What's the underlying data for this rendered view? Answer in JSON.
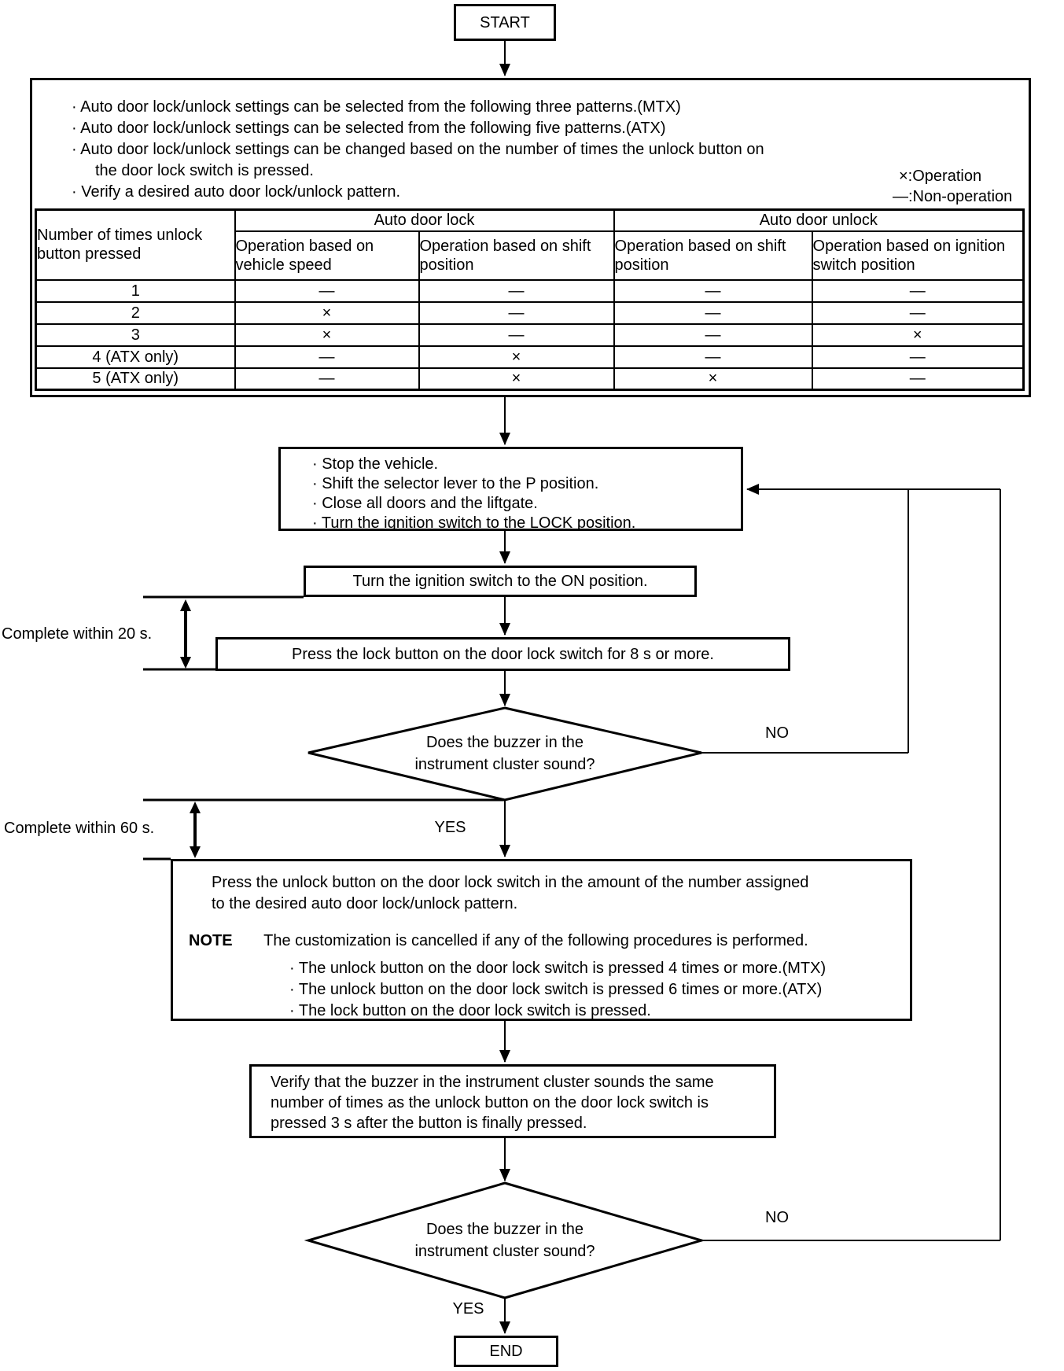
{
  "diagram": {
    "start_label": "START",
    "end_label": "END",
    "intro_box": {
      "bullets": [
        "· Auto door lock/unlock settings can be selected from the following three patterns.(MTX)",
        "· Auto door lock/unlock settings can be selected from the following five patterns.(ATX)",
        "· Auto door lock/unlock settings can be changed based on the number of times the unlock button on",
        "the door lock switch is pressed.",
        "· Verify a desired auto door lock/unlock pattern."
      ],
      "legend": {
        "operation": "×:Operation",
        "non_operation": "—:Non-operation"
      },
      "table": {
        "col1_header": "Number of times unlock button pressed",
        "group_headers": [
          "Auto door lock",
          "Auto door unlock"
        ],
        "sub_headers": [
          "Operation based on vehicle speed",
          "Operation based on shift position",
          "Operation based on shift position",
          "Operation based on ignition switch position"
        ],
        "rows": [
          {
            "label": "1",
            "cells": [
              "—",
              "—",
              "—",
              "—"
            ]
          },
          {
            "label": "2",
            "cells": [
              "×",
              "—",
              "—",
              "—"
            ]
          },
          {
            "label": "3",
            "cells": [
              "×",
              "—",
              "—",
              "×"
            ]
          },
          {
            "label": "4 (ATX only)",
            "cells": [
              "—",
              "×",
              "—",
              "—"
            ]
          },
          {
            "label": "5 (ATX only)",
            "cells": [
              "—",
              "×",
              "×",
              "—"
            ]
          }
        ]
      }
    },
    "prepare_box": {
      "bullets": [
        "· Stop the vehicle.",
        "· Shift the selector lever to the P position.",
        "· Close all doors and the liftgate.",
        "· Turn the ignition switch to the LOCK position."
      ]
    },
    "ignition_on_box": "Turn the ignition switch to the ON position.",
    "complete_20_label": "Complete within 20 s.",
    "press_lock_box": "Press the lock button on the door lock switch for 8 s or more.",
    "decision_buzzer_1": {
      "line1": "Does the buzzer in the",
      "line2": "instrument cluster sound?",
      "no": "NO",
      "yes": "YES"
    },
    "complete_60_label": "Complete within 60 s.",
    "press_unlock_box": {
      "line1": "Press the unlock button on the door lock switch in the amount of the number assigned",
      "line2": "to the desired auto door lock/unlock pattern.",
      "note_label": "NOTE",
      "note_text": "The customization is cancelled if any of the following procedures is performed.",
      "note_bullets": [
        "· The unlock button on the door lock switch is pressed 4 times or more.(MTX)",
        "· The unlock button on the door lock switch is pressed 6 times or more.(ATX)",
        "· The lock button on the door lock switch is pressed."
      ]
    },
    "verify_box": {
      "line1": "Verify that the buzzer in the instrument cluster sounds the same",
      "line2": "number of times as the unlock button on the door lock switch is",
      "line3": "pressed 3 s after the button is finally pressed."
    },
    "decision_buzzer_2": {
      "line1": "Does the buzzer in the",
      "line2": "instrument cluster sound?",
      "no": "NO",
      "yes": "YES"
    }
  }
}
